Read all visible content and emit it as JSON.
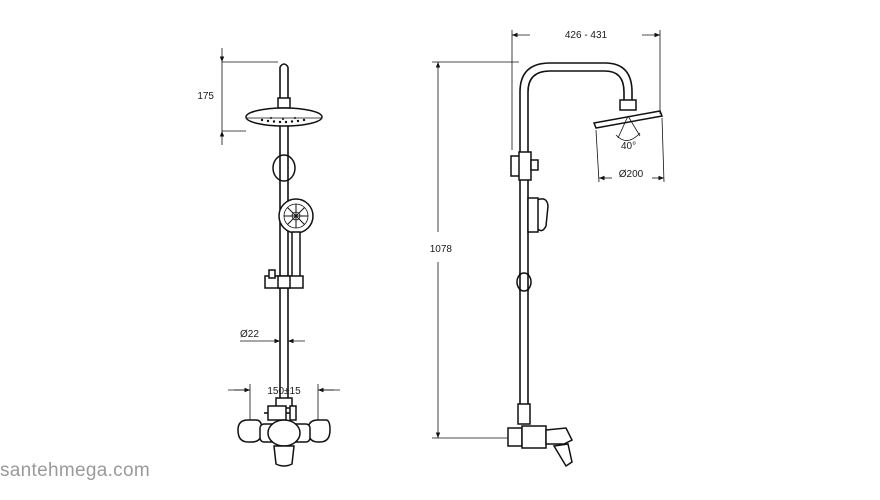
{
  "front_view": {
    "dim_height_head": "175",
    "dim_pipe_diameter": "Ø22",
    "dim_inlet_spacing": "150±15"
  },
  "side_view": {
    "dim_arm_reach": "426 - 431",
    "dim_total_height": "1078",
    "dim_tilt_angle": "40°",
    "dim_head_diameter": "Ø200"
  },
  "watermark": "santehmega.com"
}
